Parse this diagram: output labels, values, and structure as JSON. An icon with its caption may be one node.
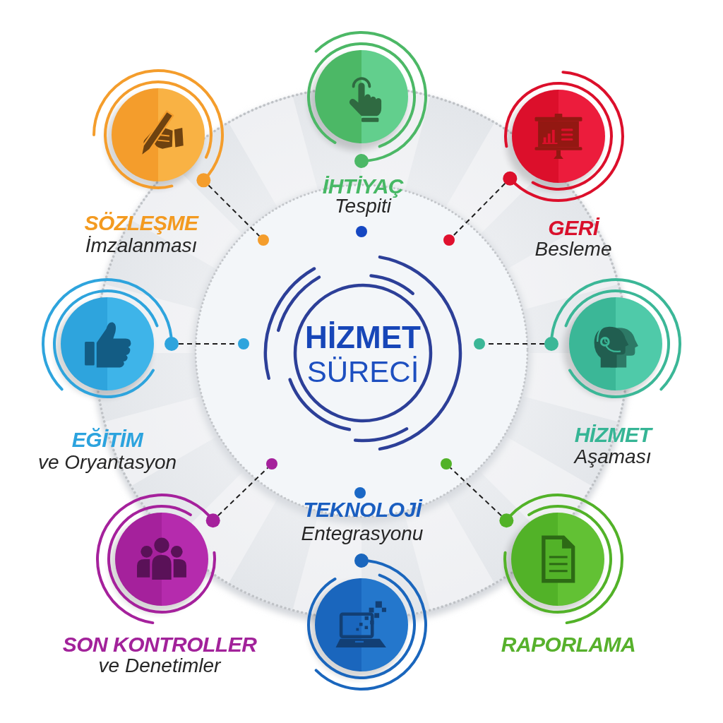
{
  "diagram": {
    "nodes": [
      {
        "text": [
          "HİZMET",
          "SÜRECİ"
        ]
      },
      {
        "text": [
          "İHTİYAÇ",
          "Tespiti"
        ]
      },
      {
        "text": [
          "GERİ",
          "Besleme"
        ]
      },
      {
        "text": [
          "HİZMET",
          "Aşaması"
        ]
      },
      {
        "text": [
          "RAPORLAMA"
        ]
      },
      {
        "text": [
          "TEKNOLOJİ",
          "Entegrasyonu"
        ]
      },
      {
        "text": [
          "SON KONTROLLER",
          "ve Denetimler"
        ]
      },
      {
        "text": [
          "EĞİTİM",
          "ve Oryantasyon"
        ]
      },
      {
        "text": [
          "SÖZLEŞME",
          "İmzalanması"
        ]
      },
      {
        "text": [],
        "shape": "circle"
      },
      {
        "text": [],
        "shape": "circle"
      },
      {
        "text": [],
        "shape": "circle"
      },
      {
        "text": [],
        "shape": "circle"
      },
      {
        "text": [],
        "shape": "circle"
      },
      {
        "text": [],
        "shape": "circle"
      },
      {
        "text": [],
        "shape": "circle"
      },
      {
        "text": [],
        "shape": "circle"
      }
    ],
    "edges": [
      {
        "from": 2,
        "to": 10,
        "arrow": "none",
        "style": "dashed"
      },
      {
        "from": 3,
        "to": 11,
        "arrow": "none",
        "style": "dashed"
      },
      {
        "from": 4,
        "to": 12,
        "arrow": "none",
        "style": "dashed"
      },
      {
        "from": 6,
        "to": 14,
        "arrow": "none",
        "style": "dashed"
      },
      {
        "from": 7,
        "to": 15,
        "arrow": "none",
        "style": "dashed"
      },
      {
        "from": 8,
        "to": 16,
        "arrow": "none",
        "style": "dashed"
      }
    ]
  }
}
